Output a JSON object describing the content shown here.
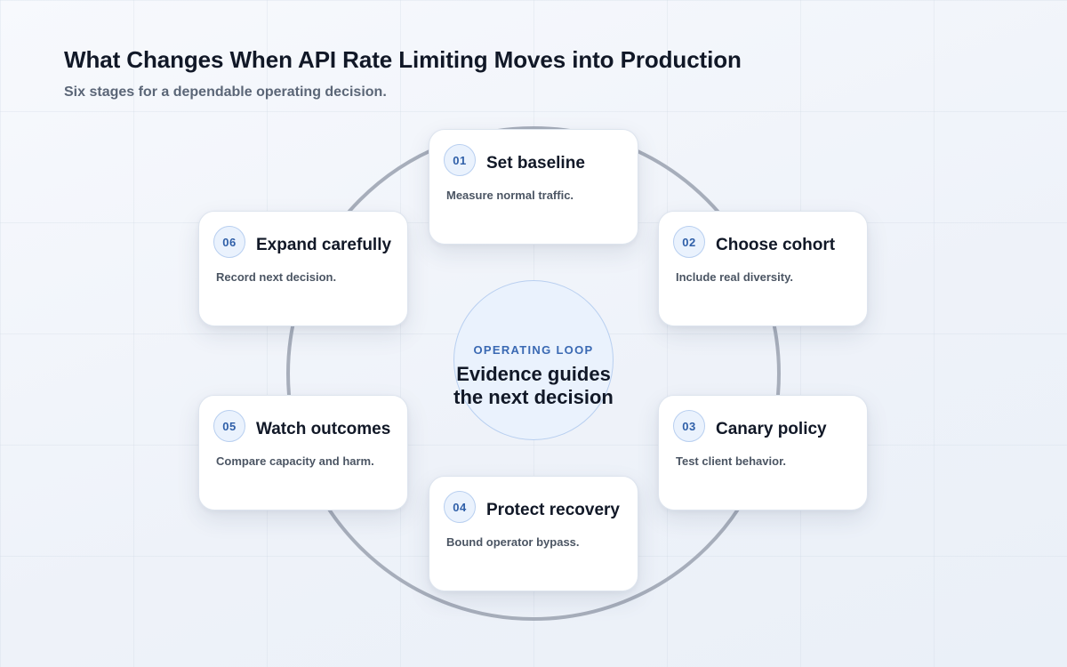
{
  "header": {
    "title": "What Changes When API Rate Limiting Moves into Production",
    "subtitle": "Six stages for a dependable operating decision."
  },
  "hub": {
    "label": "OPERATING LOOP",
    "text_line1": "Evidence guides",
    "text_line2": "the next decision"
  },
  "stages": [
    {
      "number": "01",
      "title": "Set baseline",
      "description": "Measure normal traffic."
    },
    {
      "number": "02",
      "title": "Choose cohort",
      "description": "Include real diversity."
    },
    {
      "number": "03",
      "title": "Canary policy",
      "description": "Test client behavior."
    },
    {
      "number": "04",
      "title": "Protect recovery",
      "description": "Bound operator bypass."
    },
    {
      "number": "05",
      "title": "Watch outcomes",
      "description": "Compare capacity and harm."
    },
    {
      "number": "06",
      "title": "Expand carefully",
      "description": "Record next decision."
    }
  ],
  "colors": {
    "ring": "#a7aebb",
    "accent": "#3a69b3",
    "badge_fill": "#eaf2fd",
    "card_border": "#dde4ee"
  }
}
